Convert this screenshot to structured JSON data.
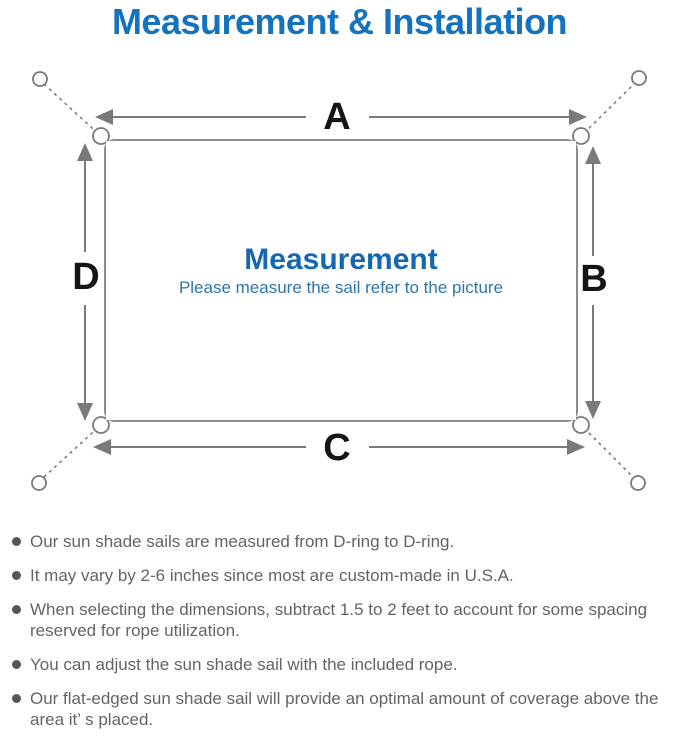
{
  "title": "Measurement & Installation",
  "diagram": {
    "labels": {
      "a": "A",
      "b": "B",
      "c": "C",
      "d": "D"
    },
    "center_title": "Measurement",
    "center_subtitle": "Please measure the sail refer to the picture"
  },
  "colors": {
    "accent_blue": "#1472bf",
    "center_blue": "#1568b0",
    "sub_blue": "#2e76ad",
    "line_gray": "#7a7a7a",
    "border_gray": "#8c8c8c",
    "text_gray": "#646464"
  },
  "notes": [
    "Our sun shade sails are measured from D-ring to D-ring.",
    "It may vary by 2-6 inches since most are custom-made in U.S.A.",
    "When selecting the dimensions, subtract 1.5 to 2 feet to account for some spacing reserved for rope utilization.",
    "You can adjust the sun shade sail with the included rope.",
    "Our flat-edged sun shade sail will provide an optimal amount of coverage above the area it’ s placed."
  ]
}
